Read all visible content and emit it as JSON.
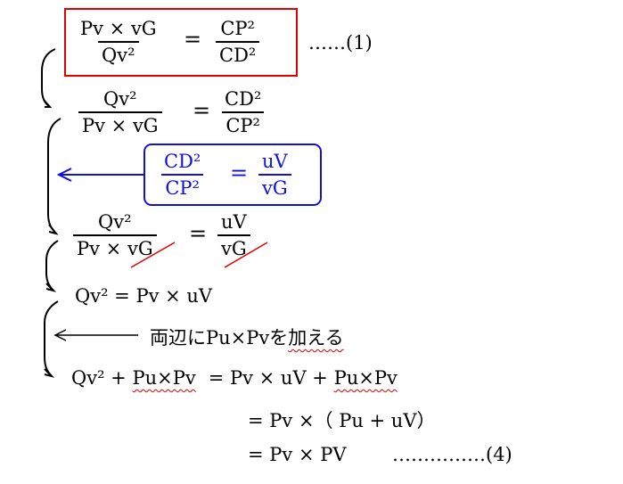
{
  "eq1": {
    "lhs_num": "Pv × vG",
    "lhs_den": "Qv²",
    "op": "=",
    "rhs_num": "CP²",
    "rhs_den": "CD²",
    "label": "……(1)"
  },
  "eq2": {
    "lhs_num": "Qv²",
    "lhs_den": "Pv × vG",
    "op": "=",
    "rhs_num": "CD²",
    "rhs_den": "CP²"
  },
  "eq_blue": {
    "lhs_num": "CD²",
    "lhs_den": "CP²",
    "op": "=",
    "rhs_num": "uV",
    "rhs_den": "vG"
  },
  "eq3": {
    "lhs_num": "Qv²",
    "lhs_den_a": "Pv × ",
    "lhs_den_b": "vG",
    "op": "=",
    "rhs_num": "uV",
    "rhs_den": "vG"
  },
  "eq4": "Qv² = Pv × uV",
  "note": {
    "prefix": "両辺にPu×Pvを",
    "emph": "加える"
  },
  "eq5": {
    "a": "Qv² + ",
    "b": "Pu×Pv",
    "op": "= Pv × uV + ",
    "c": "Pu×Pv"
  },
  "eq6": "= Pv ×（ Pu + uV）",
  "eq7": {
    "text": "= Pv × PV",
    "label": "……………(4)"
  },
  "colors": {
    "red": "#e00000",
    "blue": "#1010e0"
  }
}
